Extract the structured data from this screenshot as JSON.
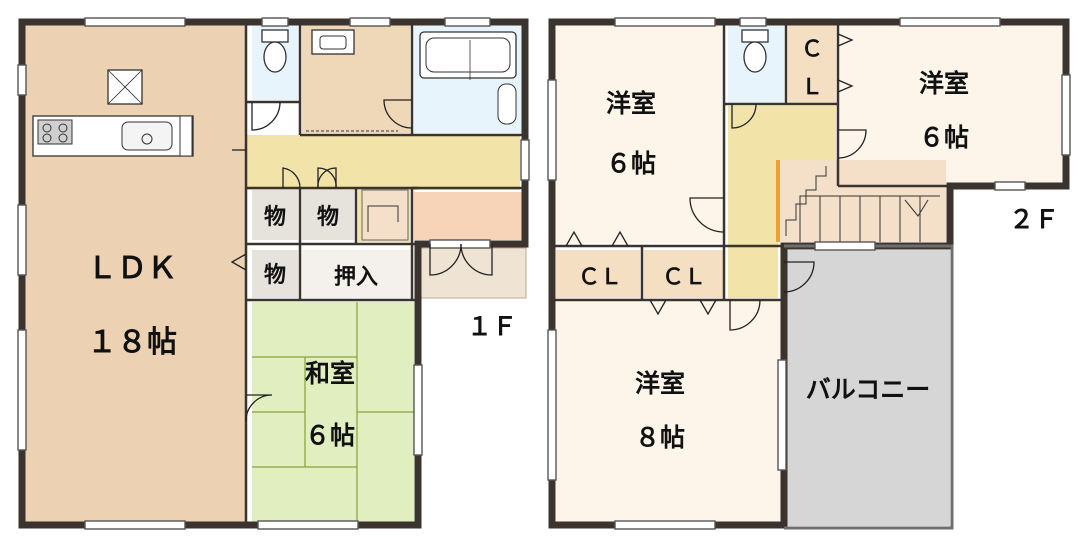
{
  "floors": [
    {
      "label": "１Ｆ",
      "rooms": {
        "ldk": {
          "name": "ＬＤＫ",
          "size": "１８帖"
        },
        "washitsu": {
          "name": "和室",
          "size": "６帖"
        },
        "oshiire": {
          "name": "押入"
        },
        "storage": [
          "物",
          "物",
          "物"
        ]
      }
    },
    {
      "label": "２Ｆ",
      "rooms": {
        "western_nw": {
          "name": "洋室",
          "size": "６帖"
        },
        "western_ne": {
          "name": "洋室",
          "size": "６帖"
        },
        "western_s": {
          "name": "洋室",
          "size": "８帖"
        },
        "closets": [
          "ＣＬ",
          "ＣＬ"
        ],
        "closet_ne": [
          "Ｃ",
          "Ｌ"
        ],
        "balcony": {
          "name": "バルコニー"
        }
      }
    }
  ],
  "colors": {
    "wall": "#3b332d",
    "ldk_floor": "#ecd2b2",
    "washitsu_floor": "#e1efc0",
    "hall_floor": "#f2e3a8",
    "wet_area": "#e8f4fb",
    "western_floor": "#fdf5ea",
    "balcony_floor": "#d6d6d6",
    "entrance_floor": "#f7d3b8",
    "storage_floor": "#e6e2dc",
    "closet_floor": "#f5dfc2"
  }
}
